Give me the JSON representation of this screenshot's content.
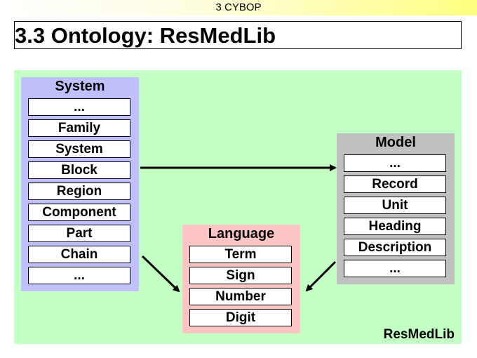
{
  "header": {
    "section": "3 CYBOP"
  },
  "title": "3.3 Ontology: ResMedLib",
  "diagram": {
    "groups": {
      "system": {
        "title": "System",
        "items": [
          "...",
          "Family",
          "System",
          "Block",
          "Region",
          "Component",
          "Part",
          "Chain",
          "..."
        ]
      },
      "language": {
        "title": "Language",
        "items": [
          "Term",
          "Sign",
          "Number",
          "Digit"
        ]
      },
      "model": {
        "title": "Model",
        "items": [
          "...",
          "Record",
          "Unit",
          "Heading",
          "Description",
          "..."
        ]
      }
    },
    "corner_label": "ResMedLib"
  },
  "colors": {
    "panel": "#c4ffc4",
    "system": "#c0c0ff",
    "language": "#ffc4c4",
    "model": "#c0c0c0"
  }
}
